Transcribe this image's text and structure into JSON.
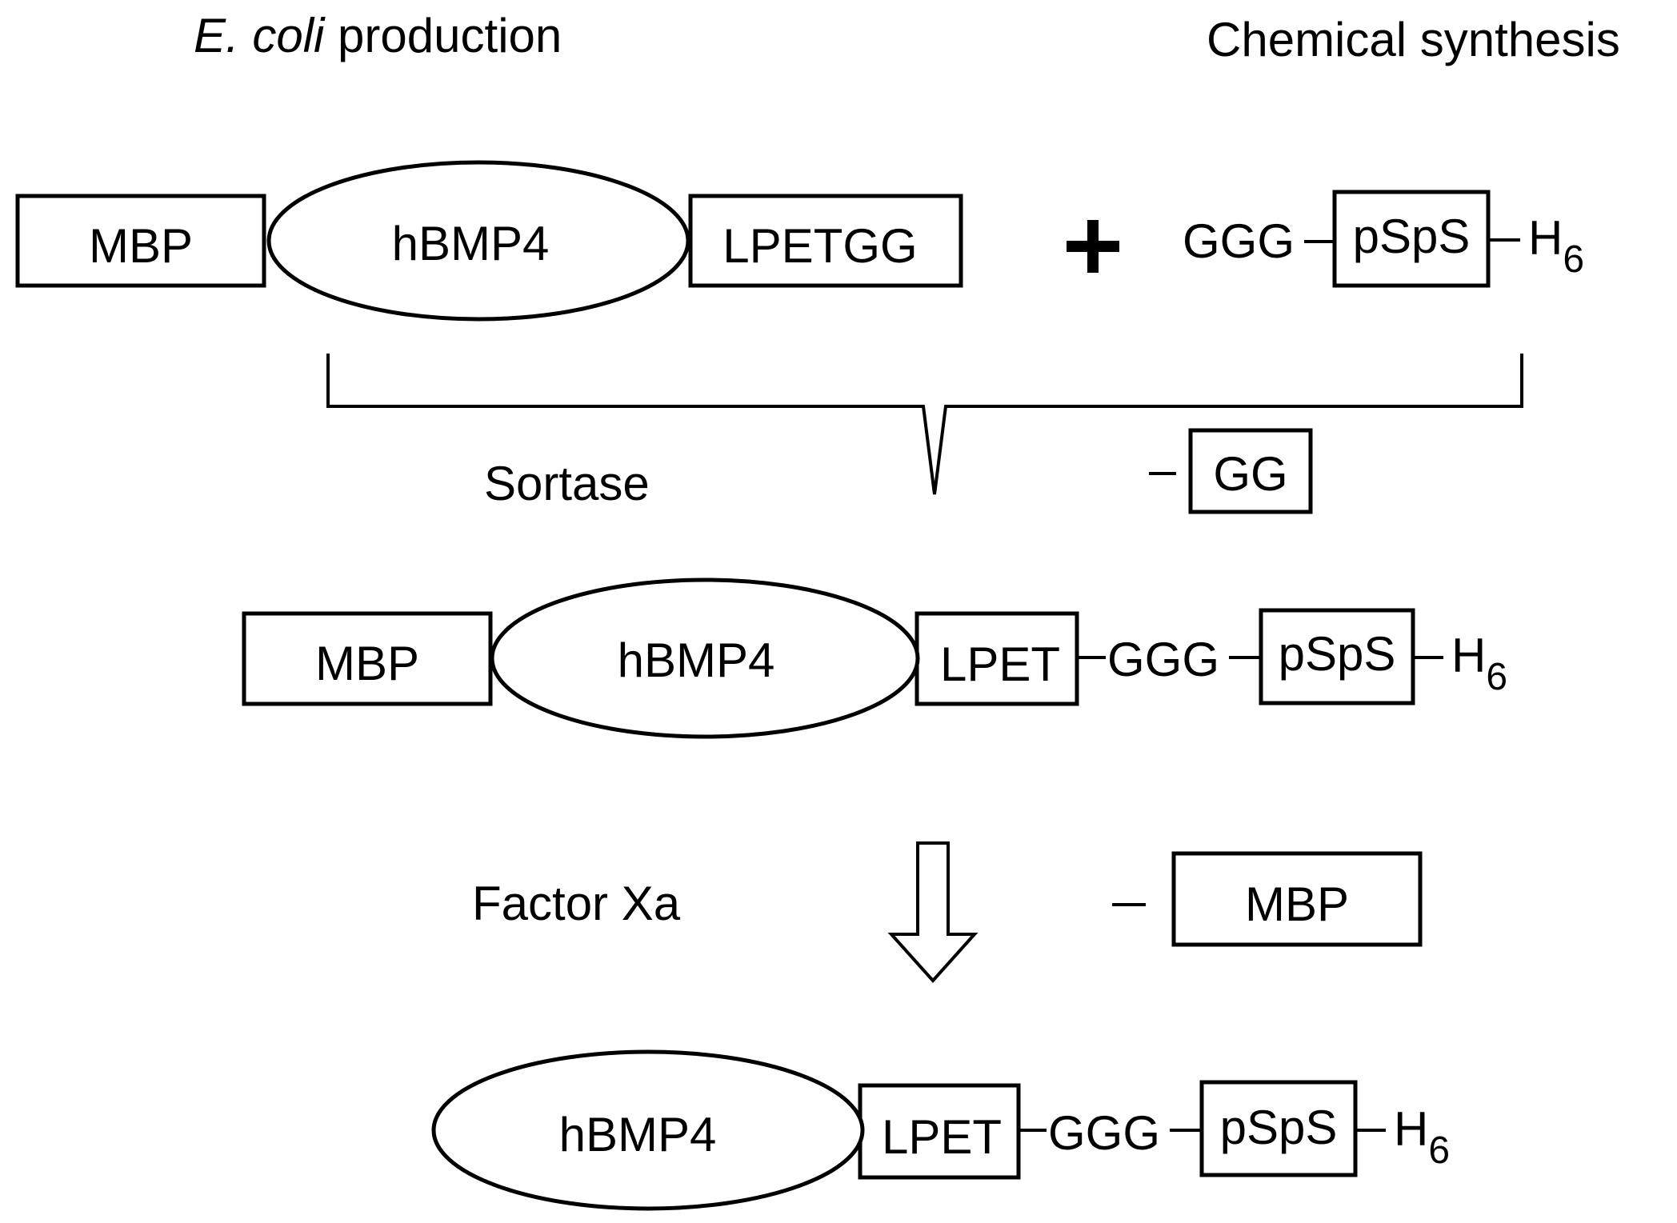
{
  "headers": {
    "left_italic": "E. coli",
    "left_rest": " production",
    "right": "Chemical synthesis"
  },
  "row1": {
    "mbp": "MBP",
    "hbmp4": "hBMP4",
    "lpetgg": "LPETGG",
    "plus": "+",
    "ggg": "GGG",
    "psps": "pSpS",
    "h": "H",
    "h_sub": "6"
  },
  "step1": {
    "enzyme": "Sortase",
    "byproduct_dash": "–",
    "byproduct": "GG"
  },
  "row2": {
    "mbp": "MBP",
    "hbmp4": "hBMP4",
    "lpet": "LPET",
    "ggg": "GGG",
    "psps": "pSpS",
    "h": "H",
    "h_sub": "6"
  },
  "step2": {
    "enzyme": "Factor Xa",
    "byproduct_dash": "–",
    "byproduct": "MBP"
  },
  "row3": {
    "hbmp4": "hBMP4",
    "lpet": "LPET",
    "ggg": "GGG",
    "psps": "pSpS",
    "h": "H",
    "h_sub": "6"
  }
}
